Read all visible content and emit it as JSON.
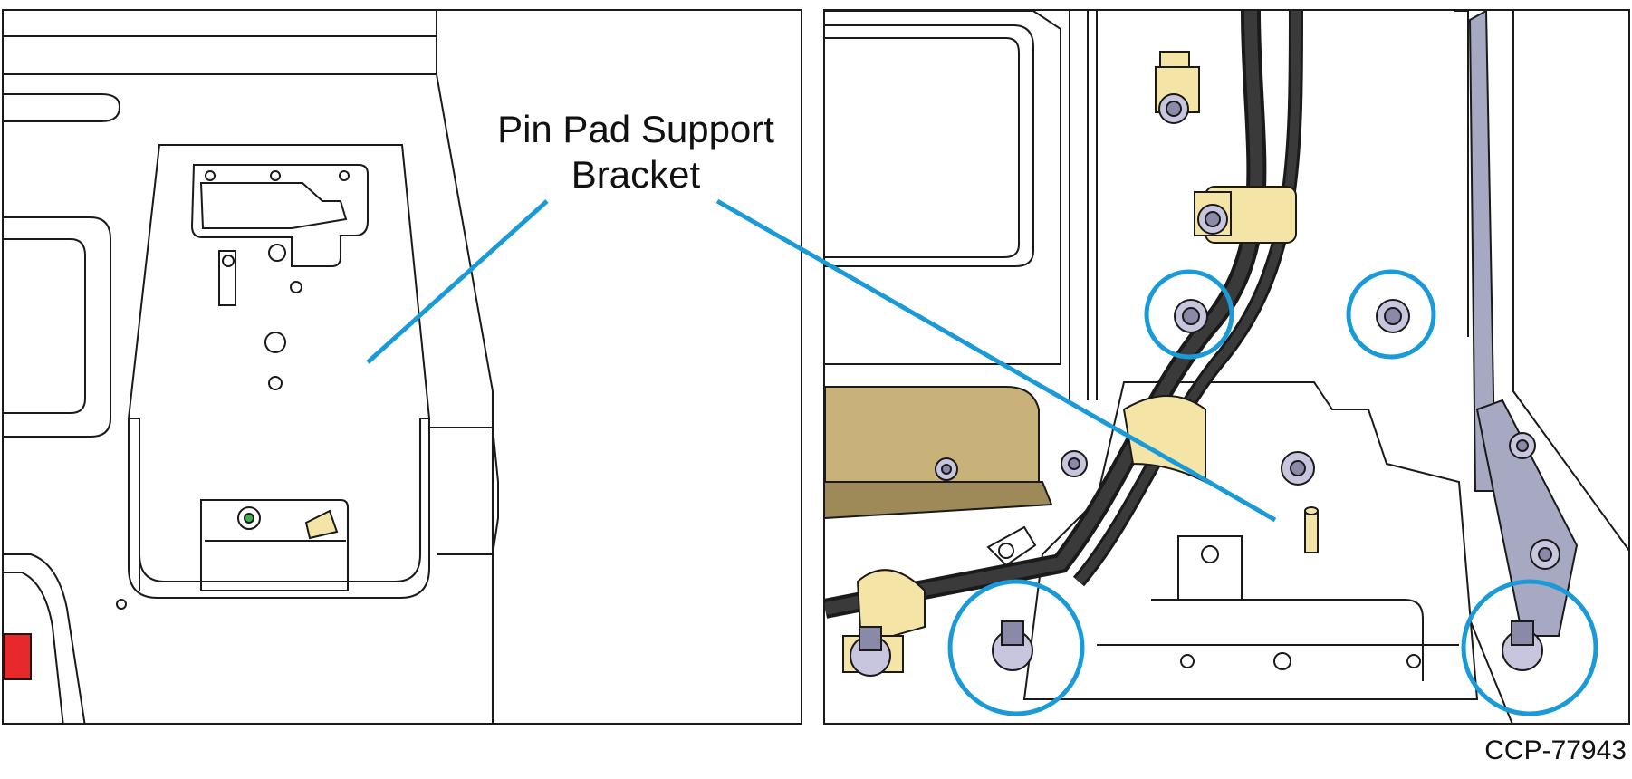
{
  "callout": {
    "line1": "Pin Pad Support",
    "line2": "Bracket"
  },
  "figure_id": "CCP-77943",
  "colors": {
    "callout_blue": "#1a9ad6",
    "brass": "#c9b27a",
    "clip_yellow": "#f4e4a6",
    "cable": "#2b2b2b",
    "nut_fill": "#c7c6de",
    "rail": "#a7a8c2",
    "red_accent": "#e8292b"
  }
}
